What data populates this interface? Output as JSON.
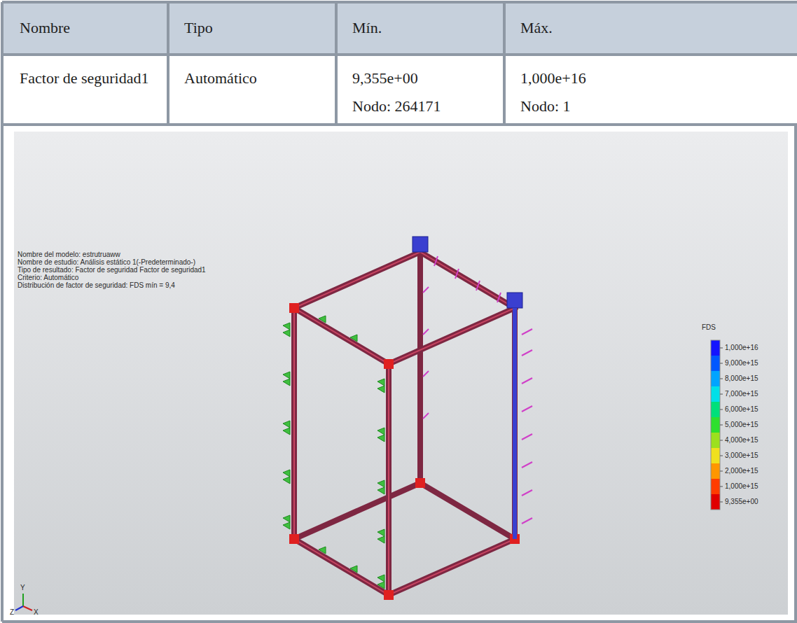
{
  "diagram": {
    "labels": [
      "Nombre",
      "Tipo",
      "Mín.",
      "Máx.",
      "Factor de seguridad1",
      "Automático",
      "9,355e+00",
      "Nodo: 264171",
      "1,000e+16",
      "Nodo: 1",
      "Nombre del modelo: estrutruaww",
      "Nombre de estudio: Análisis estático 1(-Predeterminado-)",
      "Tipo de resultado: Factor de seguridad Factor de seguridad1",
      "Criterio: Automático",
      "Distribución de factor de seguridad: FDS mín = 9,4",
      "FDS",
      "Y",
      "Z",
      "X"
    ],
    "legend": [
      {
        "text": "1,000e+16",
        "color": "#1414ff"
      },
      {
        "text": "9,000e+15",
        "color": "#0058ff"
      },
      {
        "text": "8,000e+15",
        "color": "#00a4ff"
      },
      {
        "text": "7,000e+15",
        "color": "#00e0e8"
      },
      {
        "text": "6,000e+15",
        "color": "#00e07a"
      },
      {
        "text": "5,000e+15",
        "color": "#2ee02e"
      },
      {
        "text": "4,000e+15",
        "color": "#9ce01e"
      },
      {
        "text": "3,000e+15",
        "color": "#f0e01e"
      },
      {
        "text": "2,000e+15",
        "color": "#ff9600"
      },
      {
        "text": "1,000e+15",
        "color": "#ff3c00"
      },
      {
        "text": "9,355e+00",
        "color": "#e00000"
      }
    ]
  }
}
